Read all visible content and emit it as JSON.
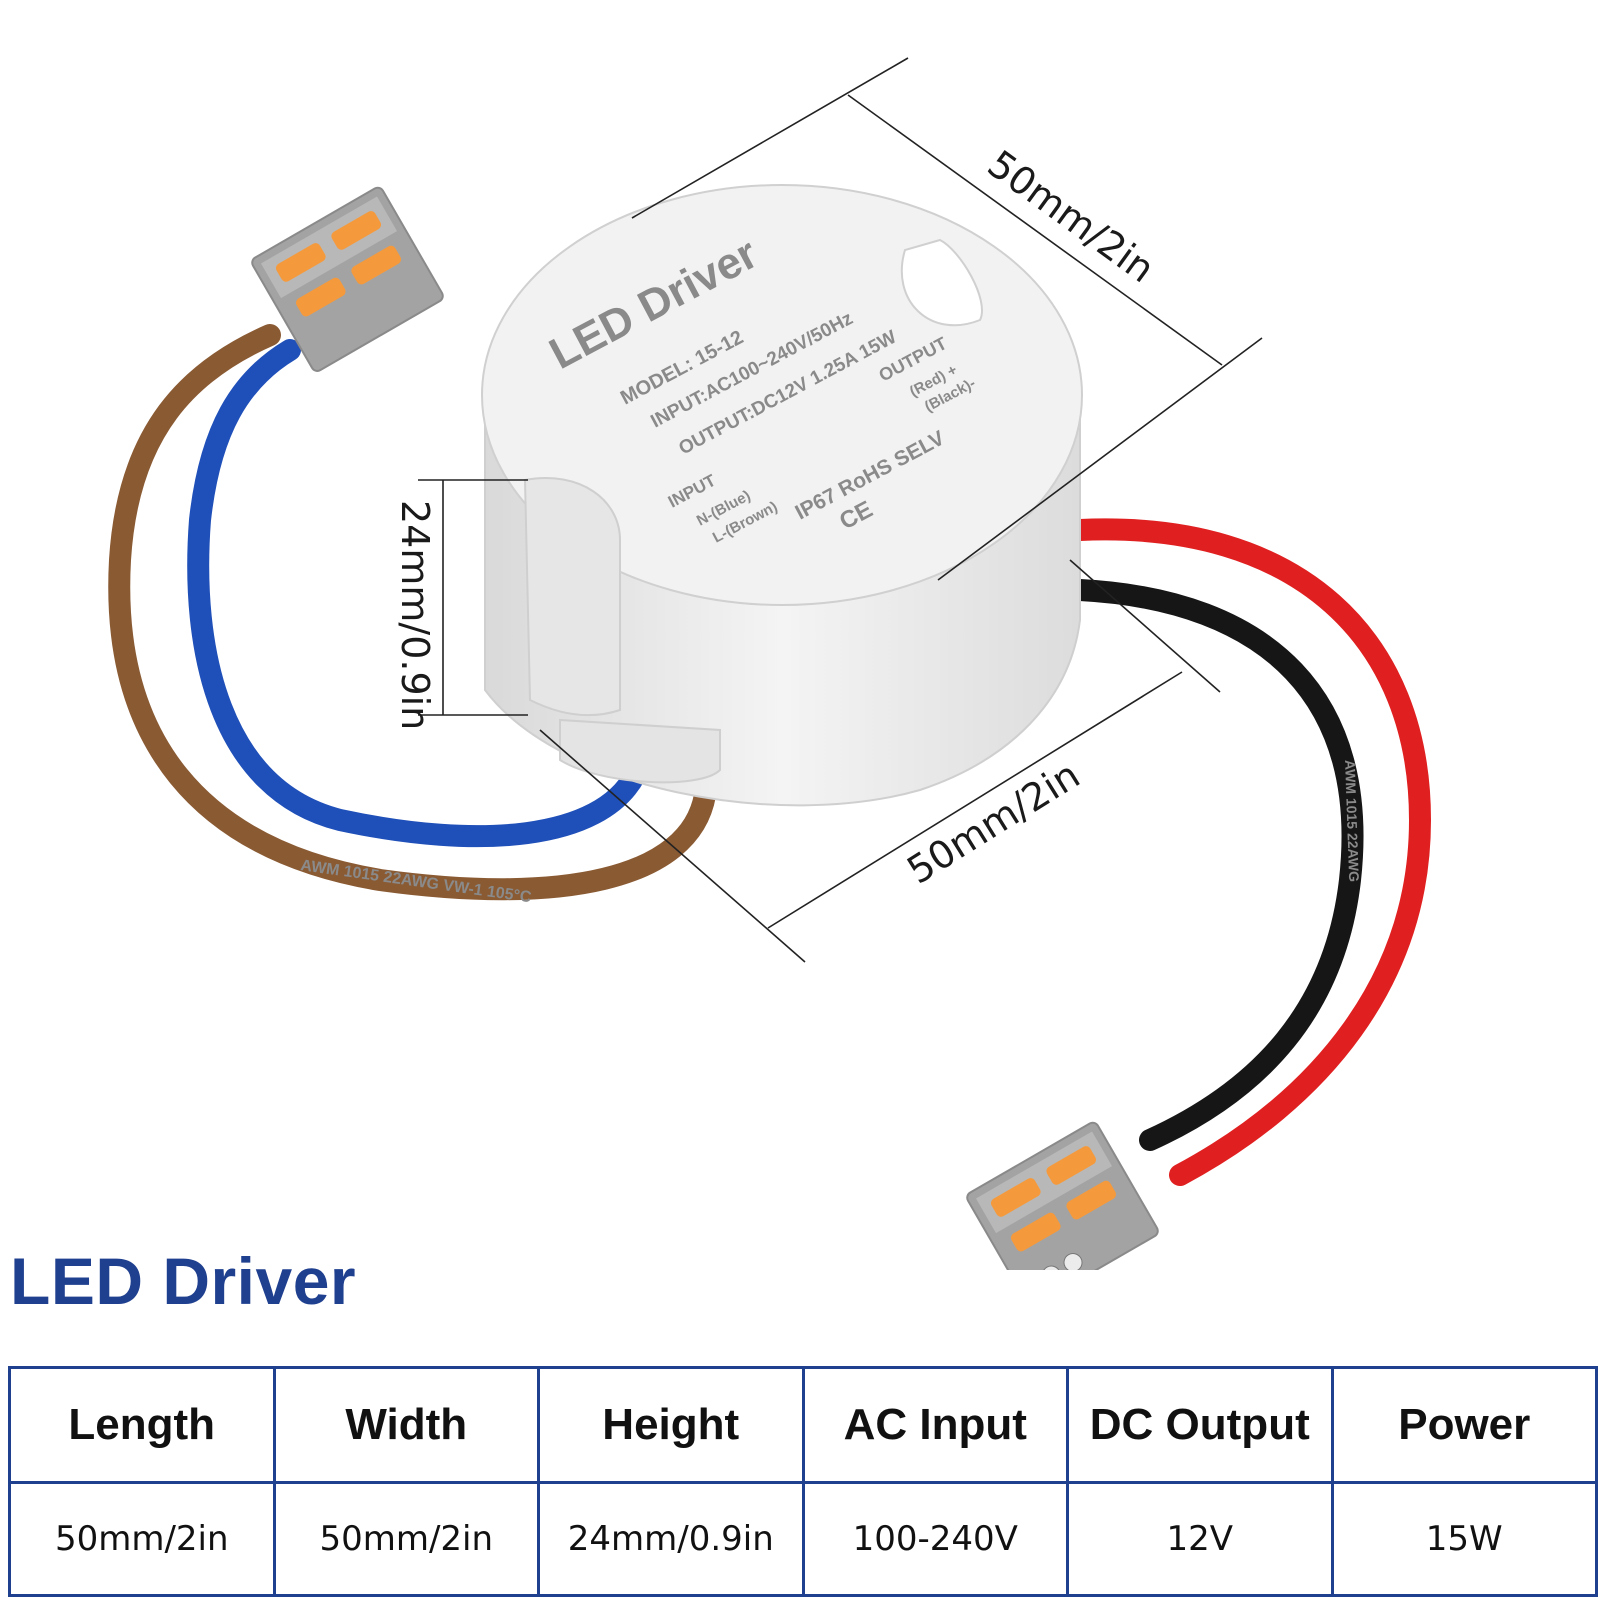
{
  "illustration": {
    "top_label": "LED Driver",
    "model": "MODEL: 15-12",
    "input_spec": "INPUT:AC100~240V/50Hz",
    "output_spec": "OUTPUT:DC12V 1.25A 15W",
    "output_title": "OUTPUT",
    "output_red": "(Red) +",
    "output_black": "(Black)-",
    "input_title": "INPUT",
    "input_n": "N-(Blue)",
    "input_l": "L-(Brown)",
    "certifications": "IP67  RoHS  SELV",
    "ce_mark": "CE",
    "wire_marking_left": "AWM 1015 22AWG VW-1 105°C",
    "wire_marking_right": "AWM 1015 22AWG",
    "dim_top": "50mm/2in",
    "dim_bottom": "50mm/2in",
    "dim_height": "24mm/0.9in",
    "colors": {
      "housing": "#eeeeee",
      "blue_wire": "#1f4fb8",
      "brown_wire": "#8a5a33",
      "red_wire": "#e02020",
      "black_wire": "#161616",
      "connector_gray": "#9e9e9e",
      "connector_lever": "#f59a3c"
    }
  },
  "title": "LED Driver",
  "title_color": "#1f3f8f",
  "table": {
    "headers": [
      "Length",
      "Width",
      "Height",
      "AC Input",
      "DC Output",
      "Power"
    ],
    "values": [
      "50mm/2in",
      "50mm/2in",
      "24mm/0.9in",
      "100-240V",
      "12V",
      "15W"
    ]
  }
}
